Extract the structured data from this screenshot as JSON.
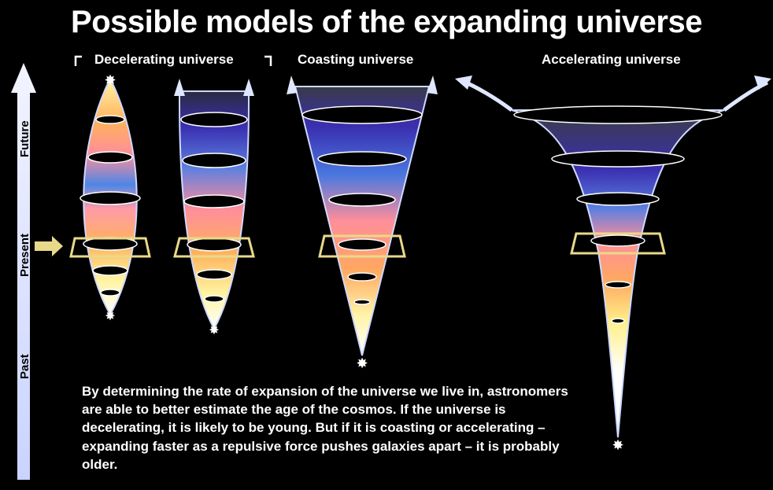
{
  "title": "Possible models of the expanding universe",
  "models": [
    {
      "id": "decelerating",
      "label": "Decelerating universe"
    },
    {
      "id": "coasting",
      "label": "Coasting universe"
    },
    {
      "id": "accelerating",
      "label": "Accelerating universe"
    }
  ],
  "time_axis": {
    "future": "Future",
    "present": "Present",
    "past": "Past"
  },
  "caption": "By determining the rate of expansion of the universe we live in, astronomers are able to better estimate the age of the cosmos. If the universe is decelerating, it is likely to be young. But if it is coasting or accelerating – expanding faster as a repulsive force pushes galaxies apart – it is probably older.",
  "colors": {
    "background": "#000000",
    "axis_arrow": "#e6ecff",
    "present_marker": "#e8d98a",
    "bands": [
      "#fff7b0",
      "#ffb45a",
      "#ff8a8a",
      "#5b7fe0",
      "#3a2fb0",
      "#2a2a40"
    ]
  }
}
